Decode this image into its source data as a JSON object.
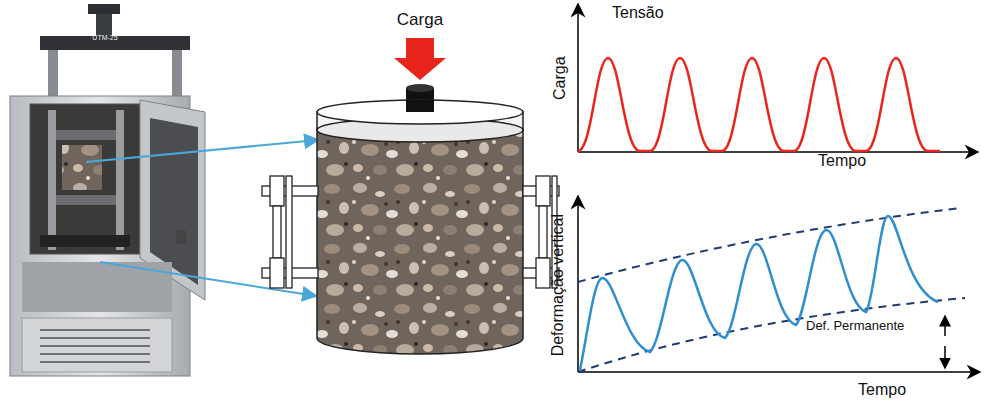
{
  "diagram": {
    "labels": [
      "Carga",
      "Tensão",
      "Carga",
      "Tempo",
      "Deformação vertical",
      "Def. Permanente",
      "Tempo",
      "UTM-25"
    ]
  }
}
